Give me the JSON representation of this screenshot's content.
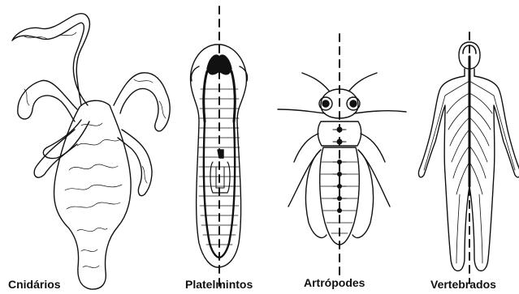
{
  "labels": {
    "cnidarios": "Cnidários",
    "platelmintos": "Platelmintos",
    "artropodes": "Artrópodes",
    "vertebrados": "Vertebrados"
  },
  "colors": {
    "ink": "#111111",
    "background": "#ffffff"
  }
}
